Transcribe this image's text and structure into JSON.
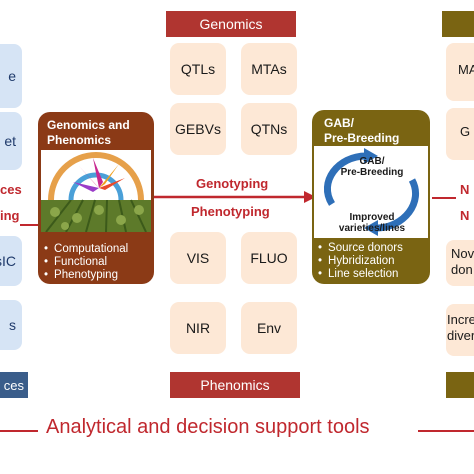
{
  "left_column": {
    "boxes": [
      "e",
      "et",
      "sIC",
      "s"
    ],
    "red_labels": [
      "ces",
      "ing"
    ],
    "banner": "ces"
  },
  "genomics": {
    "banner": "Genomics",
    "tiles": [
      "QTLs",
      "MTAs",
      "GEBVs",
      "QTNs"
    ]
  },
  "phenomics": {
    "banner": "Phenomics",
    "tiles": [
      "VIS",
      "FLUO",
      "NIR",
      "Env"
    ]
  },
  "gp_card": {
    "title_lines": [
      "Genomics and",
      "Phenomics"
    ],
    "bullets": [
      "Computational",
      "Functional",
      "Phenotyping"
    ]
  },
  "arrows": {
    "genotyping": "Genotyping",
    "phenotyping": "Phenotyping"
  },
  "gab_card": {
    "title_lines": [
      "GAB/",
      "Pre-Breeding"
    ],
    "cycle_top": [
      "GAB/",
      "Pre-Breeding"
    ],
    "cycle_bottom": [
      "Improved",
      "varieties/lines"
    ],
    "bullets": [
      "Source donors",
      "Hybridization",
      "Line selection"
    ]
  },
  "right_column": {
    "boxes": [
      "MA",
      "G",
      "Nov\ndon",
      "Incre\ndiver"
    ],
    "red_labels": [
      "N",
      "N"
    ]
  },
  "footer": {
    "label": "Analytical and decision support tools"
  },
  "colors": {
    "red": "#c0282e",
    "brown": "#8b3a16",
    "olive": "#7a6412",
    "peach": "#fde8d6",
    "light_blue": "#d6e4f5",
    "cycle_blue": "#2e6fb8"
  }
}
